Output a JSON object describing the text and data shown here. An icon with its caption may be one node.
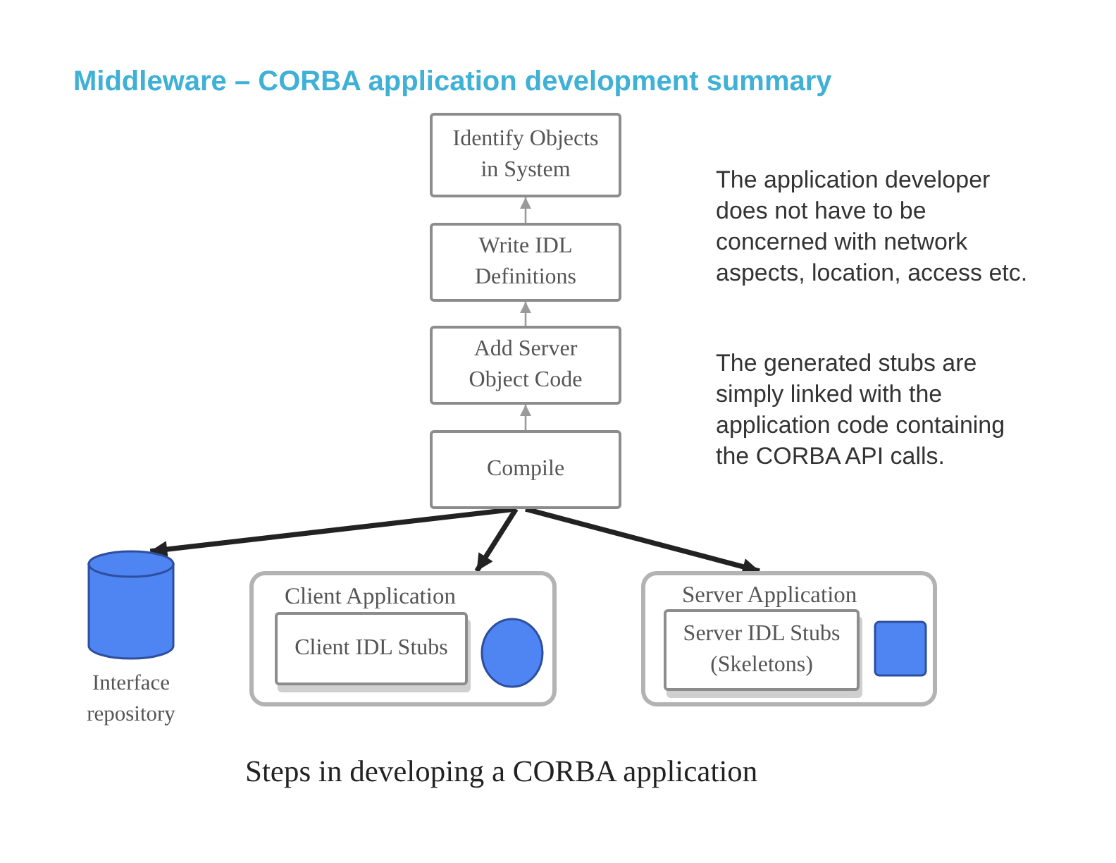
{
  "diagram": {
    "title": "Middleware – CORBA application development summary",
    "caption": "Steps in developing a CORBA application",
    "nodes": [
      {
        "text": [
          "Identify Objects in System"
        ]
      },
      {
        "text": [
          "Write IDL Definitions"
        ]
      },
      {
        "text": [
          "Add Server Object Code"
        ]
      },
      {
        "text": [
          "Compile"
        ]
      },
      {
        "text": [],
        "shape": "cylinder",
        "beside": [
          "Interface repository"
        ]
      },
      {
        "text": [
          "Client Application"
        ]
      },
      {
        "text": [
          "Client IDL Stubs"
        ],
        "in": 5
      },
      {
        "text": [],
        "shape": "circle",
        "in": 5
      },
      {
        "text": [
          "Server Application"
        ]
      },
      {
        "text": [
          "Server IDL Stubs (Skeletons)"
        ],
        "in": 8
      },
      {
        "text": [],
        "shape": "box",
        "in": 8
      }
    ],
    "edges": [
      {
        "from": 1,
        "to": 0,
        "arrow": "to"
      },
      {
        "from": 2,
        "to": 1,
        "arrow": "to"
      },
      {
        "from": 3,
        "to": 2,
        "arrow": "to"
      },
      {
        "from": 3,
        "to": 4,
        "arrow": "to",
        "style": "thick",
        "color": "#222222"
      },
      {
        "from": 3,
        "to": 5,
        "arrow": "to",
        "style": "thick",
        "color": "#222222"
      },
      {
        "from": 3,
        "to": 8,
        "arrow": "to",
        "style": "thick",
        "color": "#222222"
      }
    ],
    "labels": [
      "The application developer does not have to be concerned with network aspects, location, access etc.",
      "The generated stubs are simply linked with the application code containing the CORBA API calls."
    ]
  }
}
